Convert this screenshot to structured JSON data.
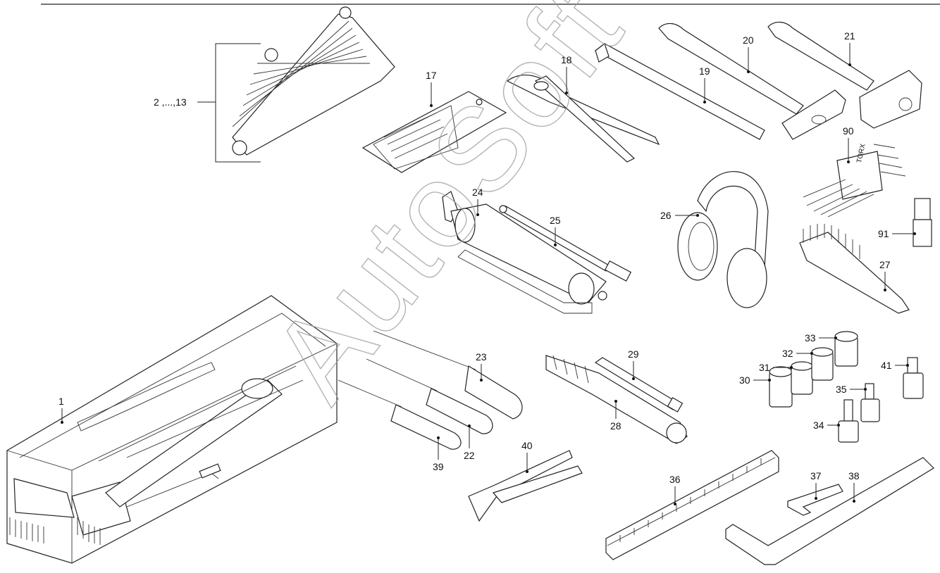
{
  "watermark": {
    "text": "AutoSoft"
  },
  "callouts": {
    "c1": "1",
    "c2_13": "2 ,...,13",
    "c17": "17",
    "c18": "18",
    "c19": "19",
    "c20": "20",
    "c21": "21",
    "c22": "22",
    "c23": "23",
    "c24": "24",
    "c25": "25",
    "c26": "26",
    "c27": "27",
    "c28": "28",
    "c29": "29",
    "c30": "30",
    "c31": "31",
    "c32": "32",
    "c33": "33",
    "c34": "34",
    "c35": "35",
    "c36": "36",
    "c37": "37",
    "c38": "38",
    "c39": "39",
    "c40": "40",
    "c41": "41",
    "c90": "90",
    "c91": "91"
  },
  "print": {
    "torx_label": "TORX"
  }
}
